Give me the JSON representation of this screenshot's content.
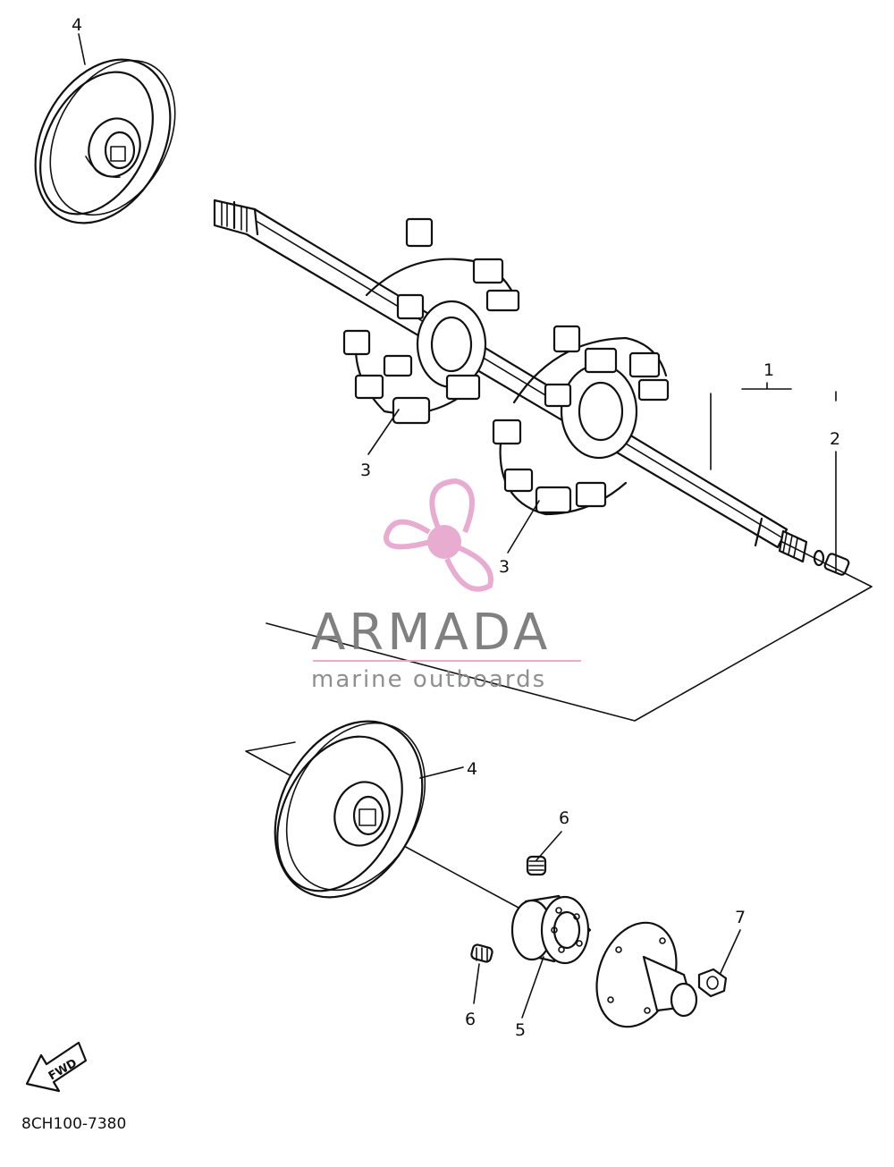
{
  "diagram": {
    "callouts": {
      "p4_top": "4",
      "p1": "1",
      "p2": "2",
      "p3_left": "3",
      "p3_right": "3",
      "p4_bottom": "4",
      "p6_top": "6",
      "p6_bottom": "6",
      "p5": "5",
      "p7": "7"
    },
    "fwd_label": "FWD",
    "part_code": "8CH100-7380"
  },
  "watermark": {
    "title": "ARMADA",
    "subtitle": "marine outboards",
    "colors": {
      "logo": "#e8a8cf",
      "text": "#7a7a7a",
      "rule": "#e8a8cf"
    }
  }
}
